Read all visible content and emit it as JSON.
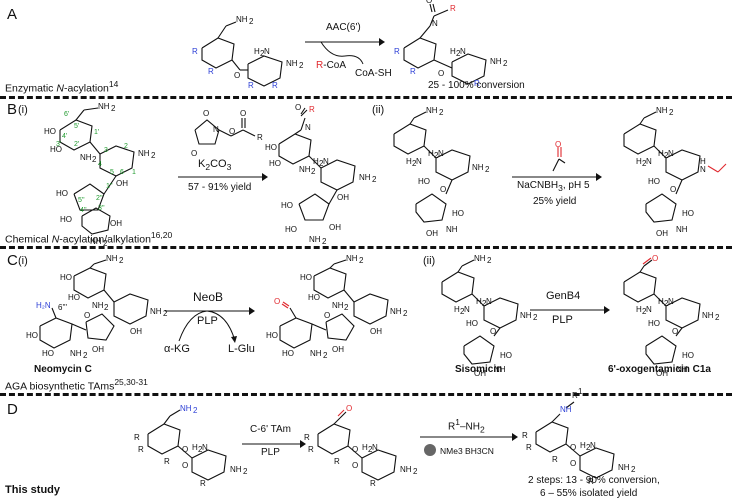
{
  "panels": {
    "A": {
      "letter": "A",
      "reaction_label": "AAC(6')",
      "reagent_in": "R-CoA",
      "reagent_in_prefix": "R",
      "reagent_in_suffix": "-CoA",
      "reagent_out": "CoA-SH",
      "result": "25 - 100% conversion",
      "caption_pre": "Enzymatic ",
      "caption_italic": "N",
      "caption_post": "-acylation",
      "caption_ref": "14"
    },
    "B": {
      "letter": "B",
      "sub_i": "(i)",
      "sub_ii": "(ii)",
      "reagent_i": "K2CO3",
      "reagent_i_base": "K",
      "reagent_i_sub1": "2",
      "reagent_i_mid": "CO",
      "reagent_i_sub2": "3",
      "yield_i": "57 - 91% yield",
      "reagent_ii": "NaCNBH3, pH 5",
      "reagent_ii_base": "NaCNBH",
      "reagent_ii_sub": "3",
      "reagent_ii_post": ", pH 5",
      "yield_ii": "25% yield",
      "caption_pre": "Chemical ",
      "caption_italic": "N",
      "caption_post": "-acylation/alkylation",
      "caption_ref": "16,20"
    },
    "C": {
      "letter": "C",
      "sub_i": "(i)",
      "sub_ii": "(ii)",
      "enzyme_i": "NeoB",
      "cofactor_i": "PLP",
      "cosub_in": "α-KG",
      "cosub_out": "L-Glu",
      "enzyme_ii": "GenB4",
      "cofactor_ii": "PLP",
      "name_neomycin": "Neomycin C",
      "name_sisomicin": "Sisomicin",
      "name_product": "6'-oxogentamicin C1a",
      "caption": "AGA biosynthetic TAms",
      "caption_ref": "25,30-31"
    },
    "D": {
      "letter": "D",
      "enzyme": "C-6' TAm",
      "cofactor": "PLP",
      "amine": "R1–NH2",
      "amine_R": "R",
      "amine_sup": "1",
      "amine_mid": "–NH",
      "amine_sub": "2",
      "resin": "NMe3 BH3CN",
      "result_1": "2 steps: 13 - 90% conversion,",
      "result_2": "6 – 55% isolated yield",
      "caption": "This study"
    }
  },
  "colors": {
    "red": "#e0282e",
    "blue": "#2c3fd6",
    "green": "#1f9a2e",
    "resin": "#666666"
  }
}
